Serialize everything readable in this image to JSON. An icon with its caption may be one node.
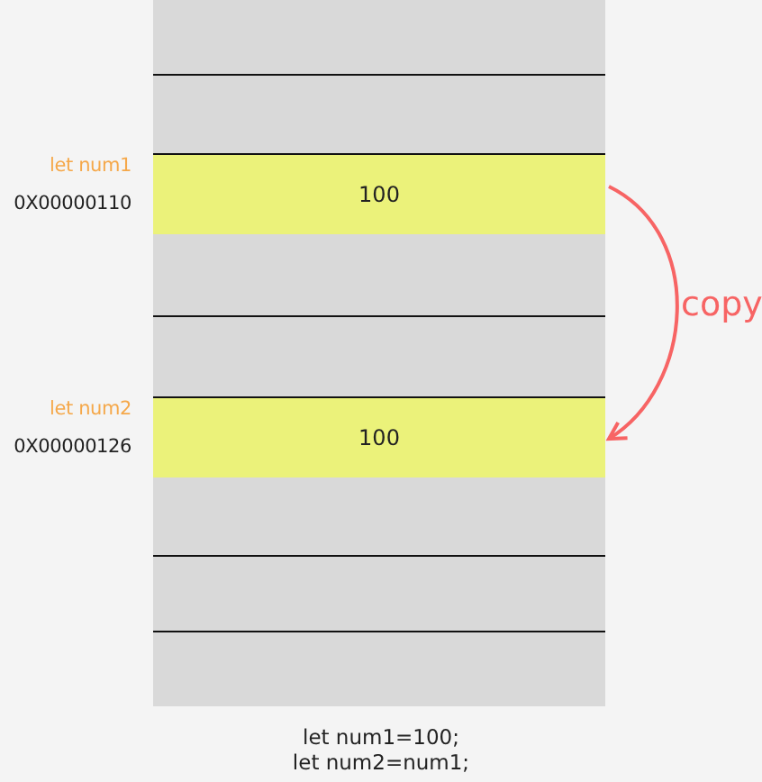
{
  "diagram": {
    "nodes": [
      {
        "text": [],
        "shape": "box"
      },
      {
        "text": [],
        "shape": "box"
      },
      {
        "text": [
          "100"
        ],
        "beside": [
          "let num1",
          "0X00000110"
        ]
      },
      {
        "text": [],
        "shape": "box"
      },
      {
        "text": [],
        "shape": "box"
      },
      {
        "text": [
          "100"
        ],
        "beside": [
          "let num2",
          "0X00000126"
        ]
      },
      {
        "text": [],
        "shape": "box"
      },
      {
        "text": [],
        "shape": "box"
      },
      {
        "text": [],
        "shape": "box"
      }
    ],
    "edges": [
      {
        "from": 2,
        "to": 5,
        "arrow": "to",
        "label": "copy",
        "color": "#f76464"
      }
    ],
    "labels": [
      "let num1=100;",
      "let num2=num1;"
    ]
  }
}
